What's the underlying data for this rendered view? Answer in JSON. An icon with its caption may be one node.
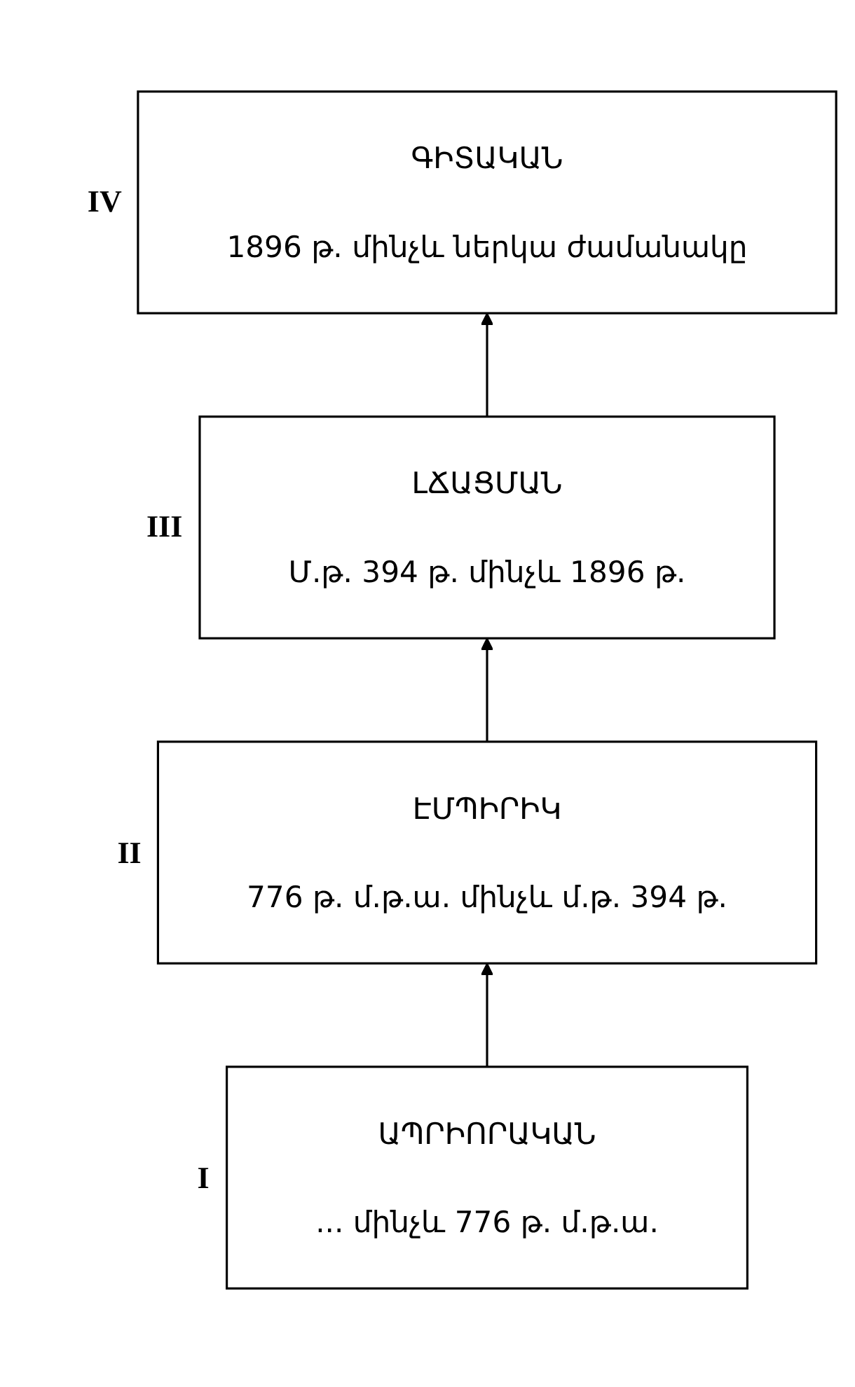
{
  "diagram": {
    "nodes": [
      {
        "text": [
          "ԳԻՏԱԿԱՆ",
          "1896 թ. մինչև ներկա ժամանակը"
        ],
        "beside": [
          "IV"
        ]
      },
      {
        "text": [
          "ԼՃԱՑՄԱՆ",
          "Մ.թ. 394 թ. մինչև 1896 թ."
        ],
        "beside": [
          "III"
        ]
      },
      {
        "text": [
          "ԷՄՊԻՐԻԿ",
          "776 թ. մ.թ.ա. մինչև մ.թ. 394 թ."
        ],
        "beside": [
          "II"
        ]
      },
      {
        "text": [
          "ԱՊՐԻՈՐԱԿԱՆ",
          "... մինչև 776 թ. մ.թ.ա."
        ],
        "beside": [
          "I"
        ]
      }
    ],
    "edges": [
      {
        "from": 1,
        "to": 0,
        "arrow": "to"
      },
      {
        "from": 2,
        "to": 1,
        "arrow": "to"
      },
      {
        "from": 3,
        "to": 2,
        "arrow": "to"
      }
    ]
  }
}
